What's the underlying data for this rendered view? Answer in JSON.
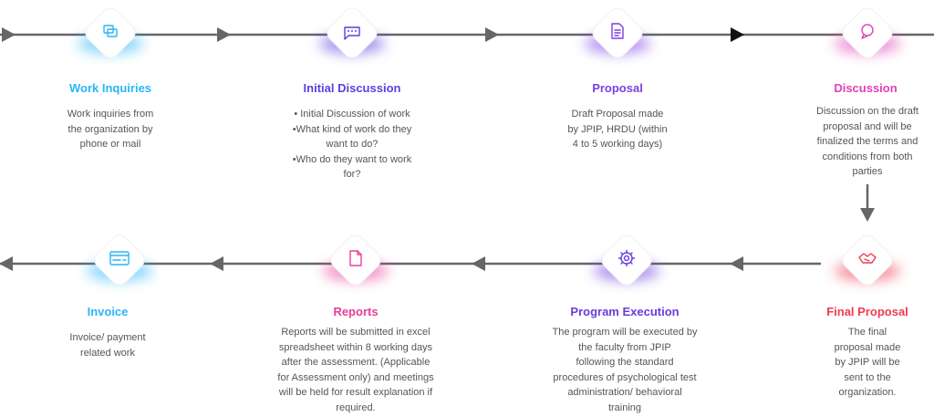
{
  "steps": [
    {
      "id": "work-inquiries",
      "title": "Work Inquiries",
      "color": "#29b6f6",
      "icon": "chat-bubbles-icon",
      "lines": [
        "Work inquiries from",
        "the organization by",
        "phone or mail"
      ]
    },
    {
      "id": "initial-discussion",
      "title": "Initial Discussion",
      "color": "#5b3fe0",
      "icon": "speech-bubble-icon",
      "lines": [
        "• Initial Discussion of work",
        "•What kind of work do they",
        "want to do?",
        "•Who do they want to work",
        "for?"
      ]
    },
    {
      "id": "proposal",
      "title": "Proposal",
      "color": "#7b3fe4",
      "icon": "document-icon",
      "lines": [
        "Draft Proposal made",
        "by JPIP, HRDU (within",
        "4 to 5 working days)"
      ]
    },
    {
      "id": "discussion",
      "title": "Discussion",
      "color": "#e040b8",
      "icon": "chat-icon",
      "lines": [
        "Discussion on the draft",
        "proposal and will be",
        "finalized the terms and",
        "conditions from both",
        "parties"
      ]
    },
    {
      "id": "final-proposal",
      "title": "Final Proposal",
      "color": "#ef3b4f",
      "icon": "handshake-icon",
      "lines": [
        "The final",
        "proposal made",
        "by JPIP will be",
        "sent to the",
        "organization."
      ]
    },
    {
      "id": "program-execution",
      "title": "Program Execution",
      "color": "#6a3be0",
      "icon": "gear-icon",
      "lines": [
        "The program will be executed by",
        "the faculty from JPIP",
        "following the standard",
        "procedures of psychological test",
        "administration/ behavioral",
        "training"
      ]
    },
    {
      "id": "reports",
      "title": "Reports",
      "color": "#e93d9a",
      "icon": "file-icon",
      "lines": [
        "Reports will be submitted in excel",
        "spreadsheet within 8 working days",
        "after the assessment. (Applicable",
        "for Assessment only) and meetings",
        "will be held for result explanation if",
        "required."
      ]
    },
    {
      "id": "invoice",
      "title": "Invoice",
      "color": "#29b6f6",
      "icon": "credit-card-icon",
      "lines": [
        "Invoice/ payment",
        "related work"
      ]
    }
  ]
}
